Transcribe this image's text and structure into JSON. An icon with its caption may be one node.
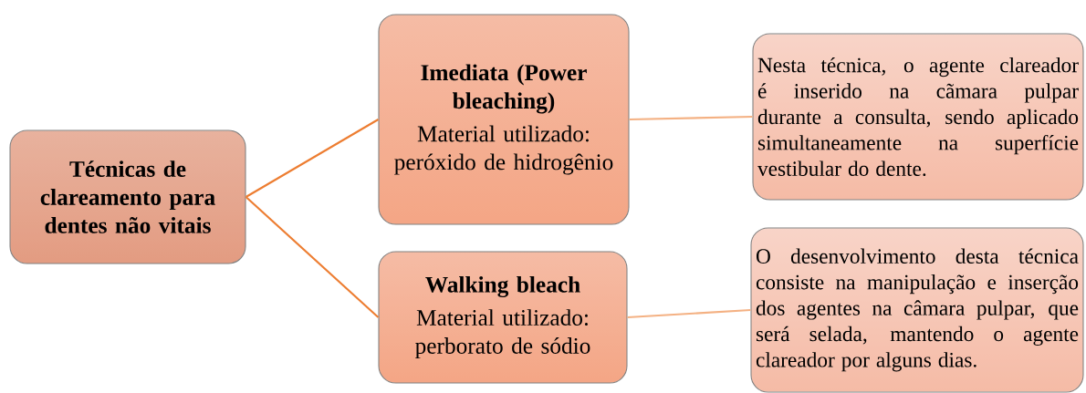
{
  "diagram": {
    "nodes": [
      {
        "text": [
          "Técnicas de clareamento para dentes não vitais"
        ]
      },
      {
        "text": [
          "Imediata (Power bleaching)",
          "Material utilizado: peróxido de hidrogênio"
        ]
      },
      {
        "text": [
          "Walking bleach",
          "Material utilizado: perborato de sódio"
        ]
      },
      {
        "text": [
          "Nesta técnica, o agente clareador é inserido na cãmara pulpar durante a consulta, sendo aplicado simultaneamente na superfície vestibular do dente."
        ]
      },
      {
        "text": [
          "O desenvolvimento desta técnica consiste na manipulação e inserção dos agentes na câmara pulpar, que será selada, mantendo o  agente clareador por alguns dias."
        ]
      }
    ],
    "edges": [
      {
        "from": 0,
        "to": 1,
        "arrow": "none"
      },
      {
        "from": 0,
        "to": 2,
        "arrow": "none"
      },
      {
        "from": 1,
        "to": 3,
        "arrow": "none",
        "color": "#f4b183"
      },
      {
        "from": 2,
        "to": 4,
        "arrow": "none",
        "color": "#f4b183"
      }
    ]
  }
}
